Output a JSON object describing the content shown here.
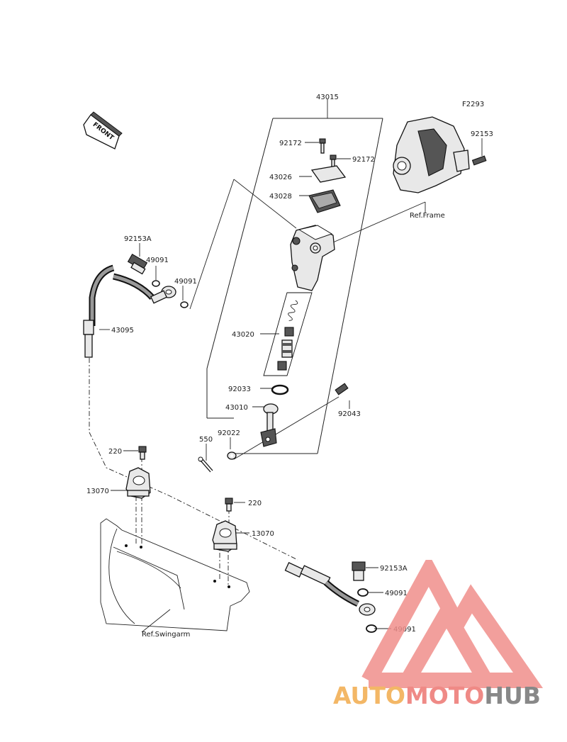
{
  "diagram": {
    "code": "F2293",
    "front_label": "FRONT",
    "ref_frame": "Ref.Frame",
    "ref_swingarm": "Ref.Swingarm",
    "labels": {
      "p43015": "43015",
      "p92153_top": "92153",
      "p92172_a": "92172",
      "p92172_b": "92172",
      "p43026": "43026",
      "p43028": "43028",
      "p92153A_top": "92153A",
      "p49091_a": "49091",
      "p49091_b": "49091",
      "p43095": "43095",
      "p43020": "43020",
      "p92033": "92033",
      "p43010": "43010",
      "p92043": "92043",
      "p550": "550",
      "p92022": "92022",
      "p220_a": "220",
      "p13070_a": "13070",
      "p220_b": "220",
      "p13070_b": "13070",
      "p92153A_bot": "92153A",
      "p49091_c": "49091",
      "p49091_d": "49091"
    }
  },
  "watermark": {
    "part1": "AUTO",
    "part2": "MOTO",
    "part3": "HUB",
    "colors": {
      "auto": "#f3b766",
      "moto": "#ef8a86",
      "hub": "#888888",
      "triangle": "#f08f8b"
    }
  }
}
